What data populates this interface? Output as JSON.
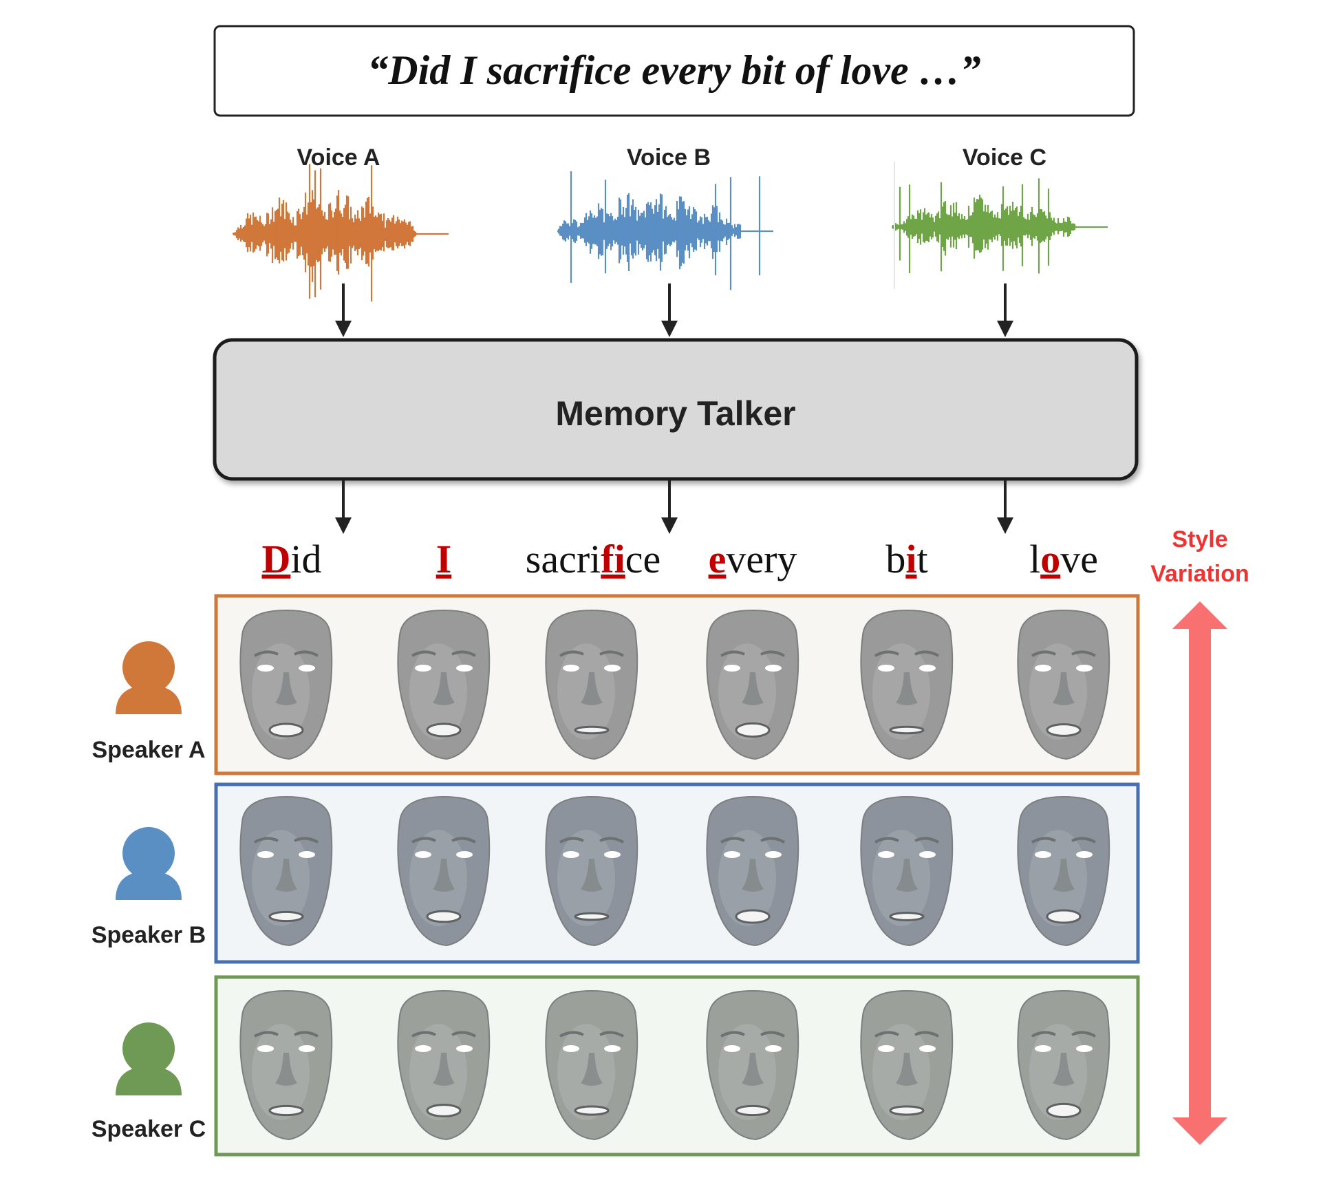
{
  "quote": "“Did I sacrifice every bit of love …”",
  "voices": [
    {
      "label": "Voice A",
      "color": "#d0773a"
    },
    {
      "label": "Voice B",
      "color": "#5a8fc4"
    },
    {
      "label": "Voice C",
      "color": "#6fa547"
    }
  ],
  "model_label": "Memory Talker",
  "words": [
    {
      "pre": "",
      "hl": "D",
      "post": "id"
    },
    {
      "pre": "",
      "hl": "I",
      "post": ""
    },
    {
      "pre": "sacri",
      "hl": "fi",
      "post": "ce"
    },
    {
      "pre": "",
      "hl": "e",
      "post": "very"
    },
    {
      "pre": "b",
      "hl": "i",
      "post": "t"
    },
    {
      "pre": "l",
      "hl": "o",
      "post": "ve"
    }
  ],
  "highlight_color": "#c00000",
  "speakers": [
    {
      "label": "Speaker A",
      "color": "#d0773a",
      "panel_fill": "#f8f6f3",
      "face_color": "#999a99"
    },
    {
      "label": "Speaker B",
      "color": "#4a6fb0",
      "panel_fill": "#f2f5f8",
      "face_color": "#8d939c"
    },
    {
      "label": "Speaker C",
      "color": "#6f9a55",
      "panel_fill": "#f3f7f1",
      "face_color": "#9ba09b"
    }
  ],
  "style_label": {
    "line1": "Style",
    "line2": "Variation",
    "color": "#ee3333",
    "arrow_color": "#f87070"
  }
}
